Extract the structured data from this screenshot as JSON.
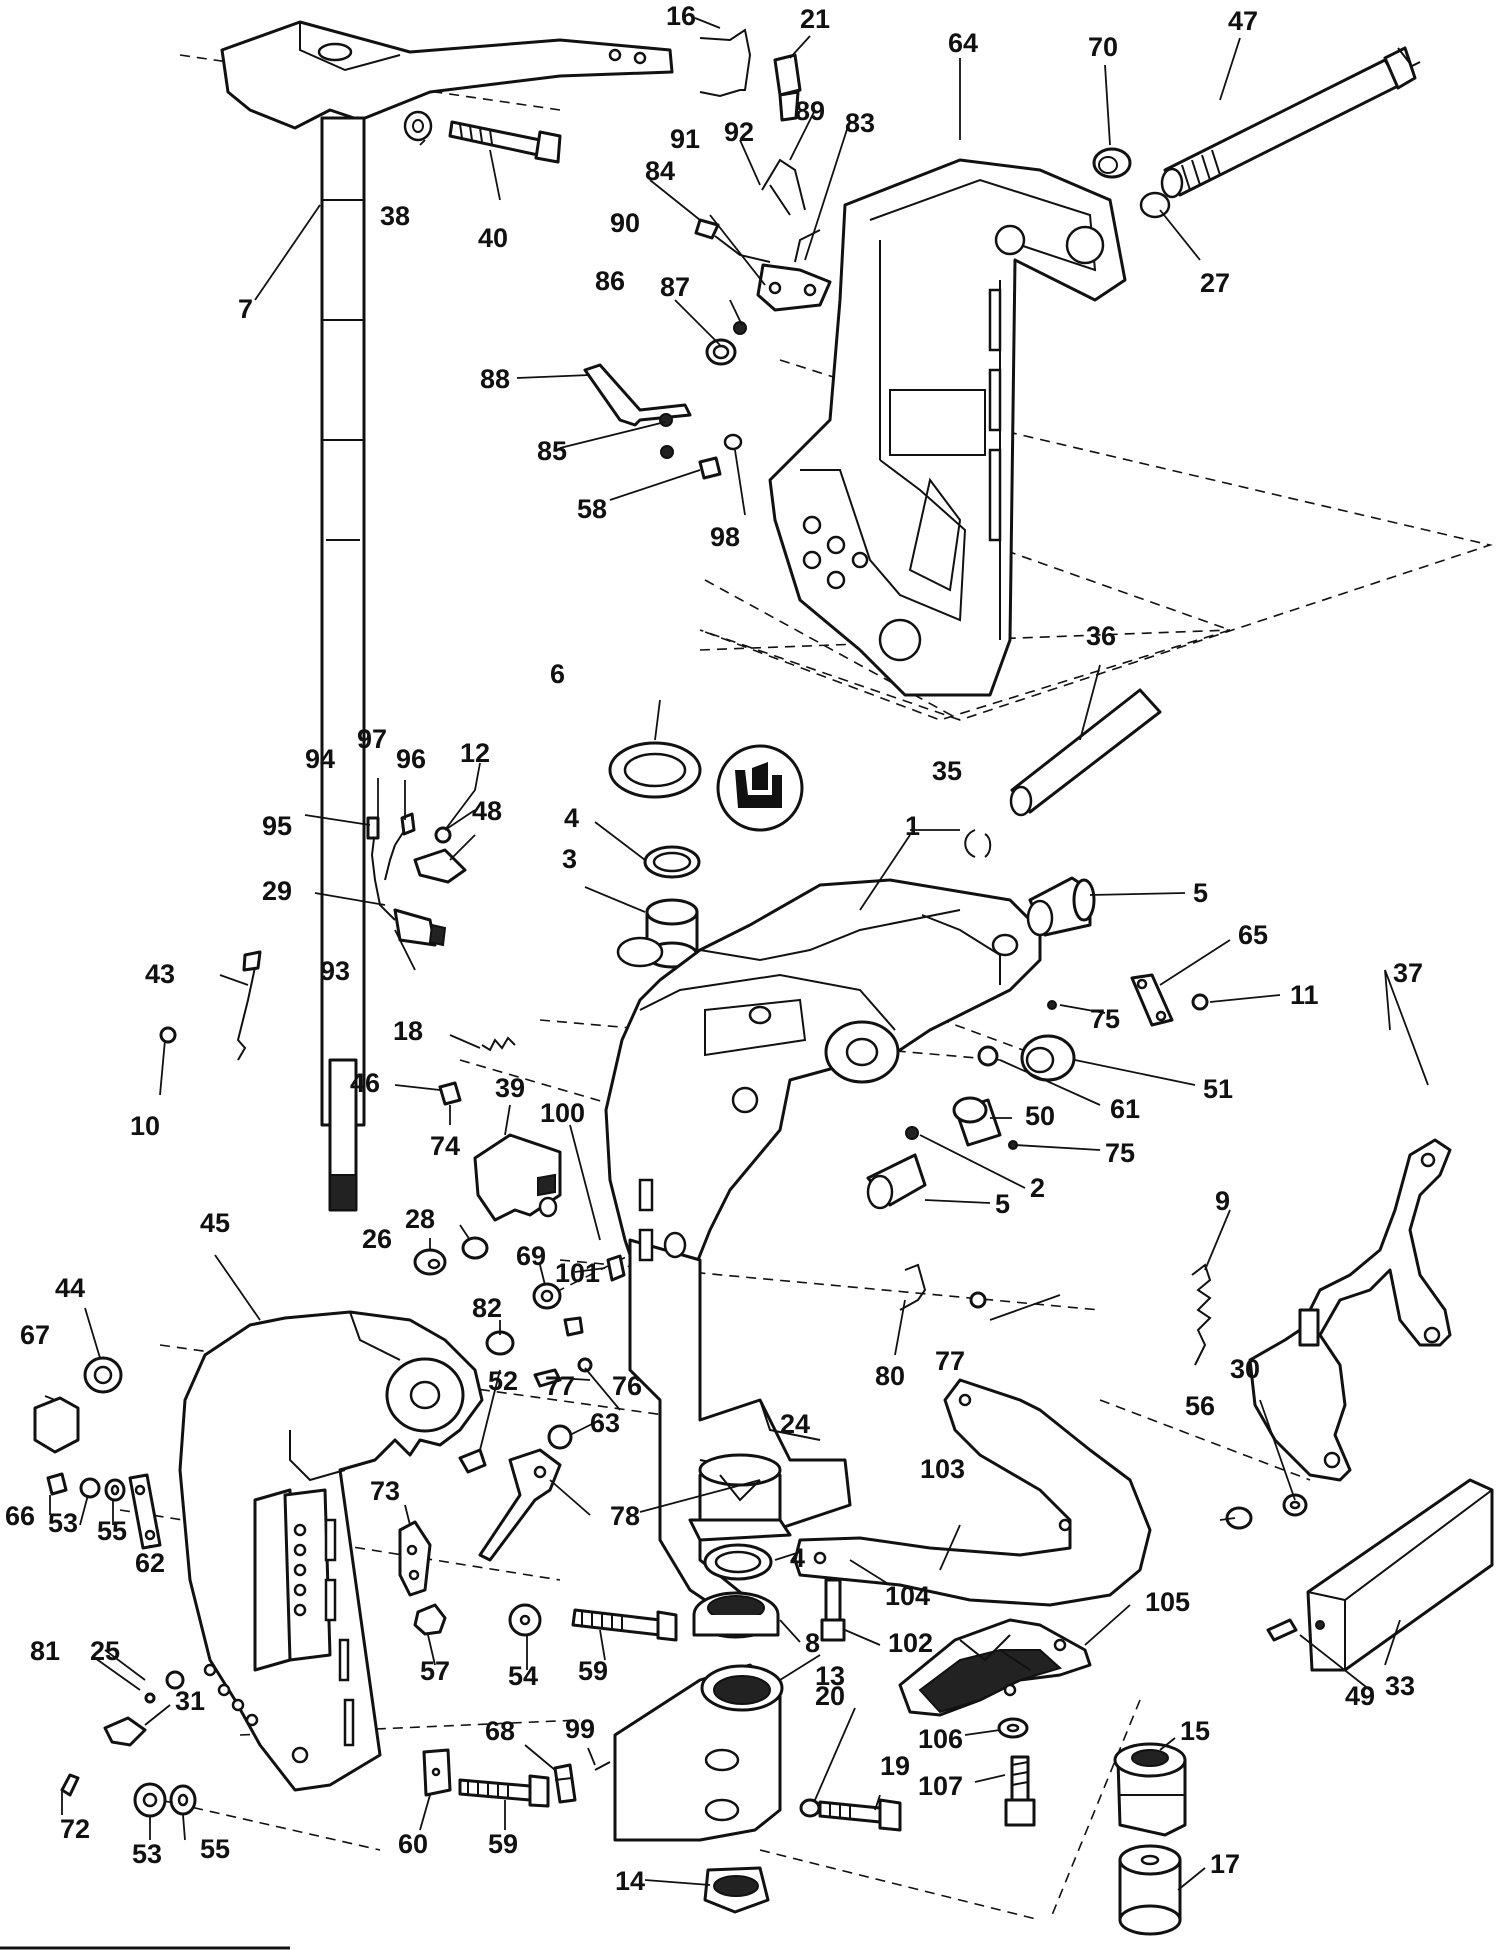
{
  "callouts": [
    {
      "id": "c1",
      "label": "1"
    },
    {
      "id": "c2",
      "label": "2"
    },
    {
      "id": "c3",
      "label": "3"
    },
    {
      "id": "c4a",
      "label": "4"
    },
    {
      "id": "c4b",
      "label": "4"
    },
    {
      "id": "c5a",
      "label": "5"
    },
    {
      "id": "c5b",
      "label": "5"
    },
    {
      "id": "c6",
      "label": "6"
    },
    {
      "id": "c7",
      "label": "7"
    },
    {
      "id": "c8",
      "label": "8"
    },
    {
      "id": "c9",
      "label": "9"
    },
    {
      "id": "c10",
      "label": "10"
    },
    {
      "id": "c11",
      "label": "11"
    },
    {
      "id": "c12",
      "label": "12"
    },
    {
      "id": "c13",
      "label": "13"
    },
    {
      "id": "c14",
      "label": "14"
    },
    {
      "id": "c15",
      "label": "15"
    },
    {
      "id": "c16",
      "label": "16"
    },
    {
      "id": "c17",
      "label": "17"
    },
    {
      "id": "c18",
      "label": "18"
    },
    {
      "id": "c19",
      "label": "19"
    },
    {
      "id": "c20",
      "label": "20"
    },
    {
      "id": "c21",
      "label": "21"
    },
    {
      "id": "c24",
      "label": "24"
    },
    {
      "id": "c25",
      "label": "25"
    },
    {
      "id": "c26",
      "label": "26"
    },
    {
      "id": "c27",
      "label": "27"
    },
    {
      "id": "c28",
      "label": "28"
    },
    {
      "id": "c29",
      "label": "29"
    },
    {
      "id": "c30",
      "label": "30"
    },
    {
      "id": "c31",
      "label": "31"
    },
    {
      "id": "c33",
      "label": "33"
    },
    {
      "id": "c35",
      "label": "35"
    },
    {
      "id": "c36",
      "label": "36"
    },
    {
      "id": "c37",
      "label": "37"
    },
    {
      "id": "c38",
      "label": "38"
    },
    {
      "id": "c39",
      "label": "39"
    },
    {
      "id": "c40",
      "label": "40"
    },
    {
      "id": "c43",
      "label": "43"
    },
    {
      "id": "c44",
      "label": "44"
    },
    {
      "id": "c45",
      "label": "45"
    },
    {
      "id": "c46",
      "label": "46"
    },
    {
      "id": "c47",
      "label": "47"
    },
    {
      "id": "c48",
      "label": "48"
    },
    {
      "id": "c49",
      "label": "49"
    },
    {
      "id": "c50",
      "label": "50"
    },
    {
      "id": "c51",
      "label": "51"
    },
    {
      "id": "c52",
      "label": "52"
    },
    {
      "id": "c53a",
      "label": "53"
    },
    {
      "id": "c53b",
      "label": "53"
    },
    {
      "id": "c54",
      "label": "54"
    },
    {
      "id": "c55a",
      "label": "55"
    },
    {
      "id": "c55b",
      "label": "55"
    },
    {
      "id": "c56",
      "label": "56"
    },
    {
      "id": "c57",
      "label": "57"
    },
    {
      "id": "c58",
      "label": "58"
    },
    {
      "id": "c59a",
      "label": "59"
    },
    {
      "id": "c59b",
      "label": "59"
    },
    {
      "id": "c60",
      "label": "60"
    },
    {
      "id": "c61",
      "label": "61"
    },
    {
      "id": "c62",
      "label": "62"
    },
    {
      "id": "c63",
      "label": "63"
    },
    {
      "id": "c64",
      "label": "64"
    },
    {
      "id": "c65",
      "label": "65"
    },
    {
      "id": "c66",
      "label": "66"
    },
    {
      "id": "c67",
      "label": "67"
    },
    {
      "id": "c68",
      "label": "68"
    },
    {
      "id": "c69",
      "label": "69"
    },
    {
      "id": "c70",
      "label": "70"
    },
    {
      "id": "c72",
      "label": "72"
    },
    {
      "id": "c73",
      "label": "73"
    },
    {
      "id": "c74",
      "label": "74"
    },
    {
      "id": "c75a",
      "label": "75"
    },
    {
      "id": "c75b",
      "label": "75"
    },
    {
      "id": "c76",
      "label": "76"
    },
    {
      "id": "c77a",
      "label": "77"
    },
    {
      "id": "c77b",
      "label": "77"
    },
    {
      "id": "c78",
      "label": "78"
    },
    {
      "id": "c80",
      "label": "80"
    },
    {
      "id": "c81",
      "label": "81"
    },
    {
      "id": "c82",
      "label": "82"
    },
    {
      "id": "c83",
      "label": "83"
    },
    {
      "id": "c84",
      "label": "84"
    },
    {
      "id": "c85",
      "label": "85"
    },
    {
      "id": "c86",
      "label": "86"
    },
    {
      "id": "c87",
      "label": "87"
    },
    {
      "id": "c88",
      "label": "88"
    },
    {
      "id": "c89",
      "label": "89"
    },
    {
      "id": "c90",
      "label": "90"
    },
    {
      "id": "c91",
      "label": "91"
    },
    {
      "id": "c92",
      "label": "92"
    },
    {
      "id": "c93",
      "label": "93"
    },
    {
      "id": "c94",
      "label": "94"
    },
    {
      "id": "c95",
      "label": "95"
    },
    {
      "id": "c96",
      "label": "96"
    },
    {
      "id": "c97",
      "label": "97"
    },
    {
      "id": "c98",
      "label": "98"
    },
    {
      "id": "c99",
      "label": "99"
    },
    {
      "id": "c100",
      "label": "100"
    },
    {
      "id": "c101",
      "label": "101"
    },
    {
      "id": "c102",
      "label": "102"
    },
    {
      "id": "c103",
      "label": "103"
    },
    {
      "id": "c104",
      "label": "104"
    },
    {
      "id": "c105",
      "label": "105"
    },
    {
      "id": "c106",
      "label": "106"
    },
    {
      "id": "c107",
      "label": "107"
    }
  ]
}
